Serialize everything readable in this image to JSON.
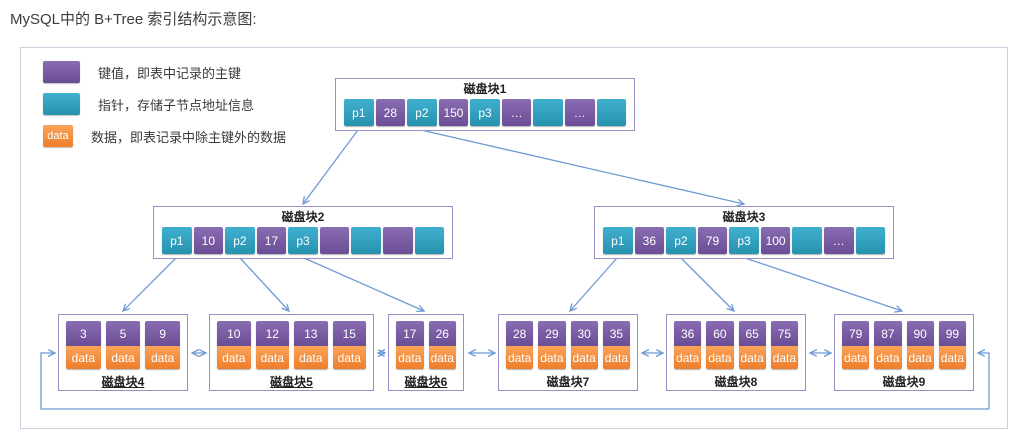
{
  "page": {
    "title": "MySQL中的 B+Tree 索引结构示意图:"
  },
  "colors": {
    "key": "#7b5ea7",
    "pointer": "#31a3c2",
    "data": "#f79646",
    "arrow": "#6f9ad3",
    "node_border": "#9b8ec4"
  },
  "legend": {
    "items": [
      {
        "type": "key",
        "swatch_text": "",
        "label": "键值，即表中记录的主键"
      },
      {
        "type": "pointer",
        "swatch_text": "",
        "label": "指针，存储子节点地址信息"
      },
      {
        "type": "data",
        "swatch_text": "data",
        "label": "数据，即表记录中除主键外的数据"
      }
    ]
  },
  "internal_nodes": [
    {
      "title": "磁盘块1",
      "cells": [
        {
          "t": "pointer",
          "v": "p1"
        },
        {
          "t": "key",
          "v": "28"
        },
        {
          "t": "pointer",
          "v": "p2"
        },
        {
          "t": "key",
          "v": "150"
        },
        {
          "t": "pointer",
          "v": "p3"
        },
        {
          "t": "key",
          "v": "…"
        },
        {
          "t": "pointer",
          "v": ""
        },
        {
          "t": "key",
          "v": "…"
        },
        {
          "t": "pointer",
          "v": ""
        }
      ]
    },
    {
      "title": "磁盘块2",
      "cells": [
        {
          "t": "pointer",
          "v": "p1"
        },
        {
          "t": "key",
          "v": "10"
        },
        {
          "t": "pointer",
          "v": "p2"
        },
        {
          "t": "key",
          "v": "17"
        },
        {
          "t": "pointer",
          "v": "p3"
        },
        {
          "t": "key",
          "v": ""
        },
        {
          "t": "pointer",
          "v": ""
        },
        {
          "t": "key",
          "v": ""
        },
        {
          "t": "pointer",
          "v": ""
        }
      ]
    },
    {
      "title": "磁盘块3",
      "cells": [
        {
          "t": "pointer",
          "v": "p1"
        },
        {
          "t": "key",
          "v": "36"
        },
        {
          "t": "pointer",
          "v": "p2"
        },
        {
          "t": "key",
          "v": "79"
        },
        {
          "t": "pointer",
          "v": "p3"
        },
        {
          "t": "key",
          "v": "100"
        },
        {
          "t": "pointer",
          "v": ""
        },
        {
          "t": "key",
          "v": "…"
        },
        {
          "t": "pointer",
          "v": ""
        }
      ]
    }
  ],
  "leaf_nodes": [
    {
      "title": "磁盘块4",
      "keys": [
        "3",
        "5",
        "9"
      ],
      "data_label": "data",
      "underline": true
    },
    {
      "title": "磁盘块5",
      "keys": [
        "10",
        "12",
        "13",
        "15"
      ],
      "data_label": "data",
      "underline": true
    },
    {
      "title": "磁盘块6",
      "keys": [
        "17",
        "26"
      ],
      "data_label": "data",
      "underline": true
    },
    {
      "title": "磁盘块7",
      "keys": [
        "28",
        "29",
        "30",
        "35"
      ],
      "data_label": "data",
      "underline": false
    },
    {
      "title": "磁盘块8",
      "keys": [
        "36",
        "60",
        "65",
        "75"
      ],
      "data_label": "data",
      "underline": false
    },
    {
      "title": "磁盘块9",
      "keys": [
        "79",
        "87",
        "90",
        "99"
      ],
      "data_label": "data",
      "underline": false
    }
  ]
}
